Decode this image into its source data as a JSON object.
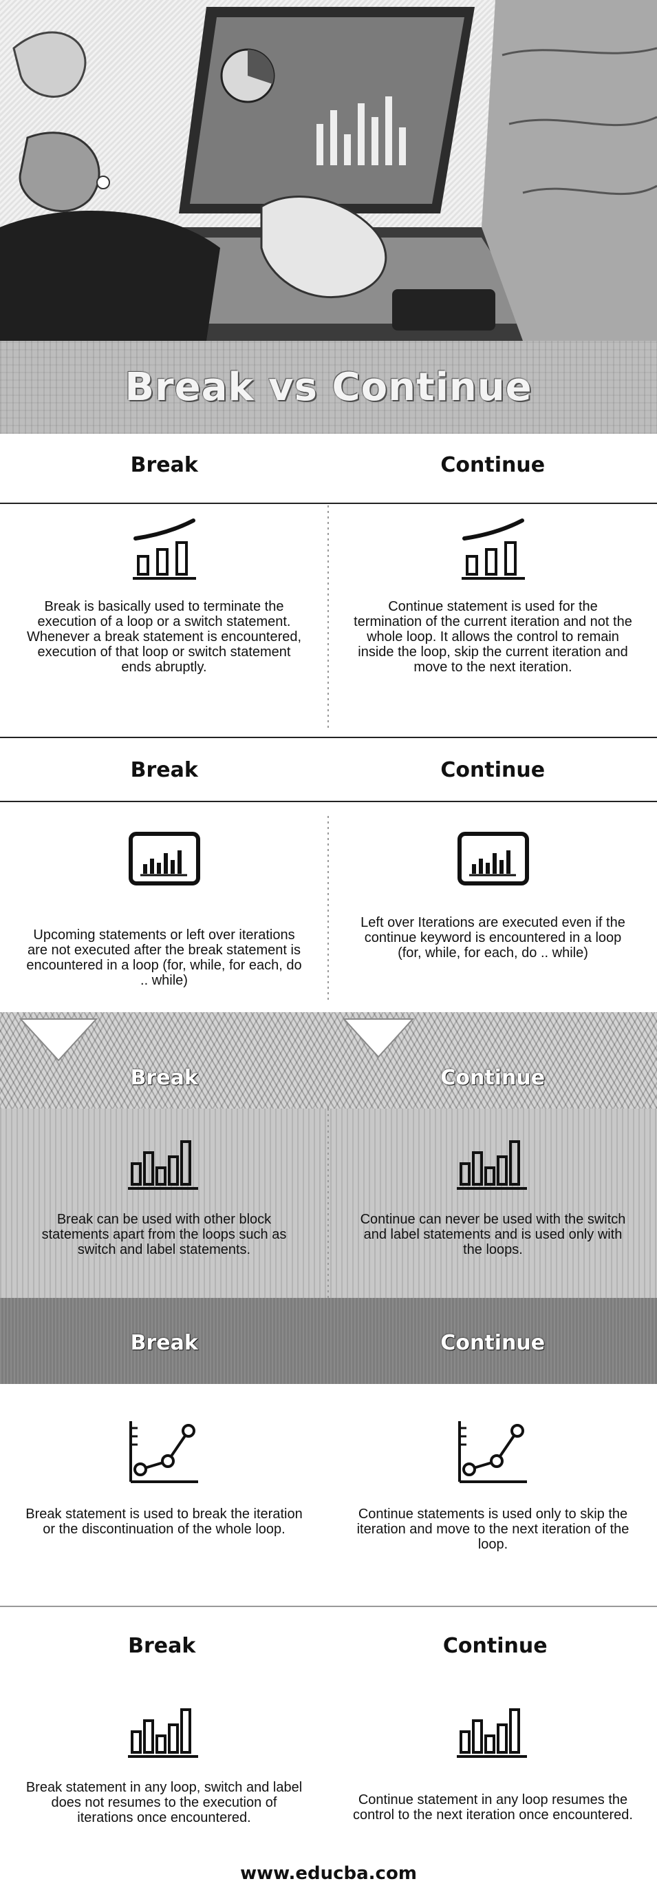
{
  "title": "Break vs Continue",
  "sections": [
    {
      "left_heading": "Break",
      "right_heading": "Continue",
      "left_text": "Break is basically used to terminate the execution of a loop or a switch statement. Whenever a break statement is encountered, execution of that loop or switch statement ends abruptly.",
      "right_text": "Continue statement is used for the termination of the current iteration and not the whole loop. It allows the control to remain inside the loop, skip the current iteration and move to the next iteration.",
      "icon": "growth-bars-icon"
    },
    {
      "left_heading": "Break",
      "right_heading": "Continue",
      "left_text": "Upcoming statements or left over iterations are not executed after the break statement is encountered in a loop (for, while, for each, do .. while)",
      "right_text": "Left over Iterations are executed even if the continue keyword is encountered in a loop (for, while, for each, do .. while)",
      "icon": "monitor-chart-icon"
    },
    {
      "left_heading": "Break",
      "right_heading": "Continue",
      "left_text": "Break can be used with other block statements apart from the loops such as switch and label statements.",
      "right_text": "Continue can never be used with the switch and label statements and is used only with the loops.",
      "icon": "bar-chart-icon"
    },
    {
      "left_heading": "Break",
      "right_heading": "Continue",
      "left_text": "Break statement is used to break the iteration or the discontinuation of the whole loop.",
      "right_text": "Continue statements is used only to skip the iteration and move to the next iteration of the loop.",
      "icon": "line-graph-icon"
    },
    {
      "left_heading": "Break",
      "right_heading": "Continue",
      "left_text": "Break statement in any loop, switch and label does not resumes to the execution of iterations once encountered.",
      "right_text": "Continue statement in any loop resumes the control to the next iteration once encountered.",
      "icon": "bar-chart-icon"
    }
  ],
  "footer": "www.educba.com"
}
